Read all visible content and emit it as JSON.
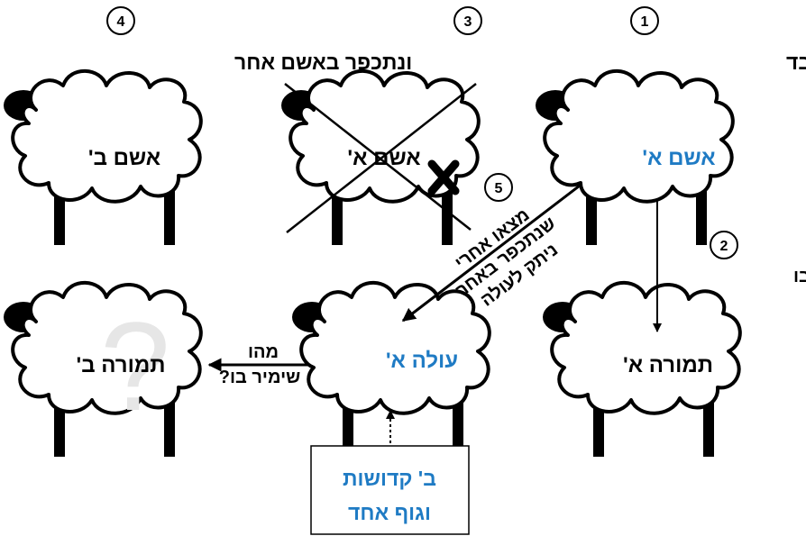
{
  "steps": {
    "s1": {
      "num": "1",
      "text": "הפריש אשם להתכפר בו ונאבד"
    },
    "s2": {
      "num": "2",
      "text": "והמיר בו"
    },
    "s3": {
      "num": "3"
    },
    "s4": {
      "num": "4",
      "text": "ונתכפר באשם אחר"
    },
    "s5": {
      "num": "5",
      "lines": [
        "מצאו אחרי",
        "שנתכפר באחר",
        "ניתק לעולה"
      ]
    }
  },
  "sheep": {
    "asham_a": "אשם א'",
    "asham_a_lost": "אשם א'",
    "asham_b": "אשם ב'",
    "temura_a": "תמורה א'",
    "ola_a": "עולה א'",
    "temura_b": "תמורה ב'"
  },
  "question": {
    "line1": "מהו",
    "line2": "שימיר בו?"
  },
  "box": {
    "line1": "ב' קדושות",
    "line2": "וגוף אחד"
  },
  "colors": {
    "accent": "#1f7bc4",
    "ink": "#000000",
    "faded": "#e6e6e6"
  }
}
